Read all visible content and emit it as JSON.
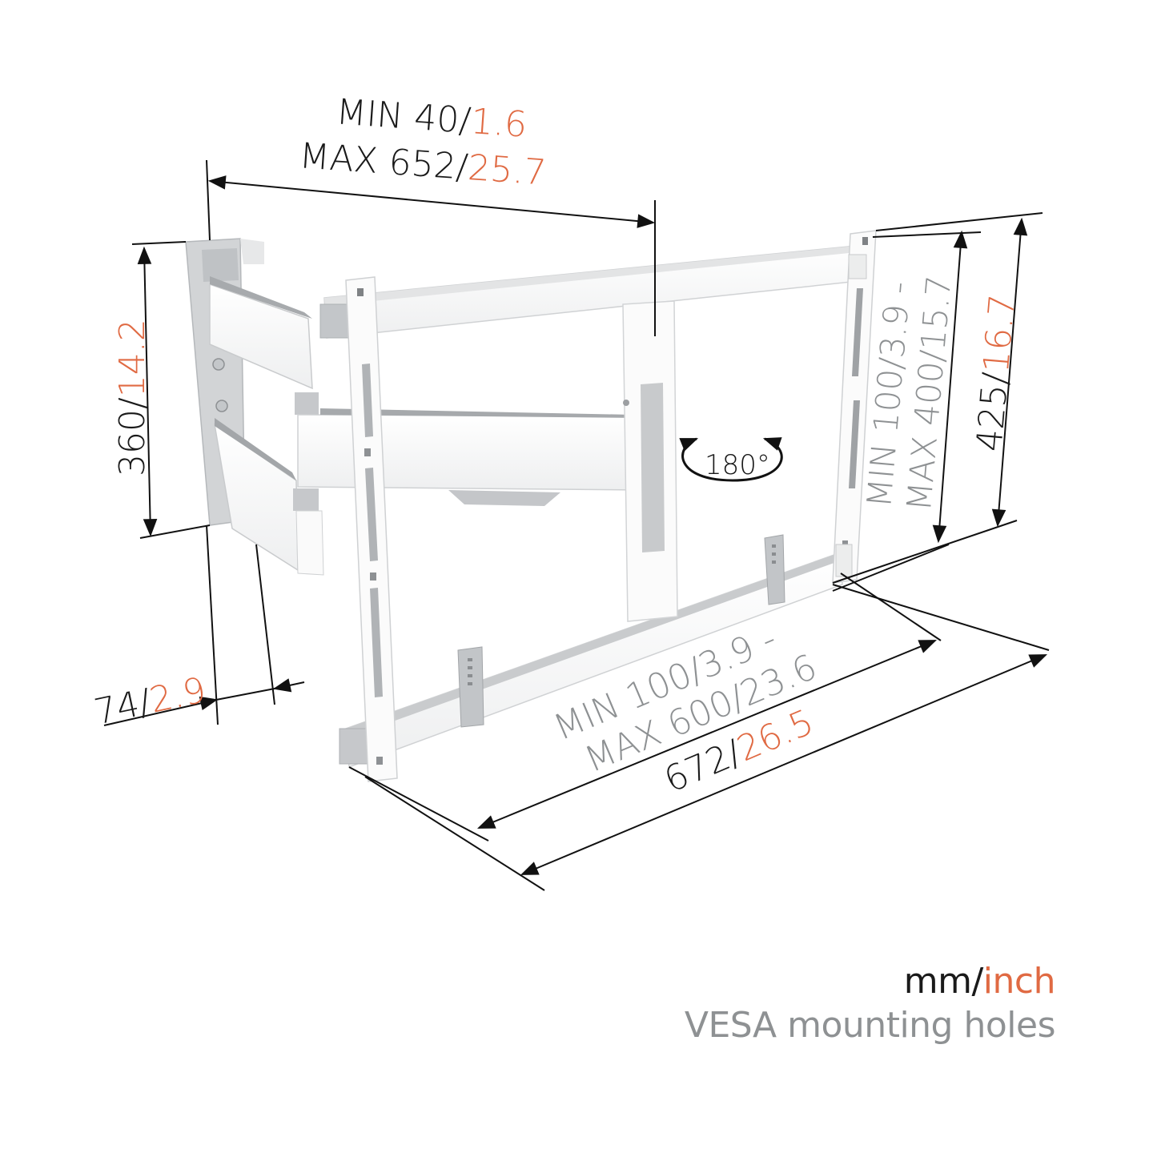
{
  "colors": {
    "text_mm": "#1a1a1a",
    "text_inch": "#e06a43",
    "text_vesa": "#8e9193",
    "metal_white": "#f7f7f7",
    "metal_shadow": "#c9cbcd",
    "metal_dark": "#9fa2a5",
    "dimension_line": "#111111"
  },
  "dimensions": {
    "arm_extension": {
      "line1_mm": "MIN 40/",
      "line1_inch": "1.6",
      "line2_mm": "MAX 652/",
      "line2_inch": "25.7"
    },
    "wall_plate_height": {
      "mm": "360/",
      "inch": "14.2"
    },
    "wall_plate_depth": {
      "mm": "74/",
      "inch": "2.9"
    },
    "overall_height": {
      "mm": "425/",
      "inch": "16.7"
    },
    "overall_width": {
      "mm": "672/",
      "inch": "26.5"
    },
    "vesa_vertical": {
      "line1": "MIN 100/3.9 -",
      "line2": "MAX 400/15.7"
    },
    "vesa_horizontal": {
      "line1": "MIN 100/3.9 -",
      "line2": "MAX 600/23.6"
    },
    "rotation": "180°"
  },
  "legend": {
    "units_mm": "mm/",
    "units_inch": "inch",
    "vesa_label": "VESA mounting holes"
  }
}
